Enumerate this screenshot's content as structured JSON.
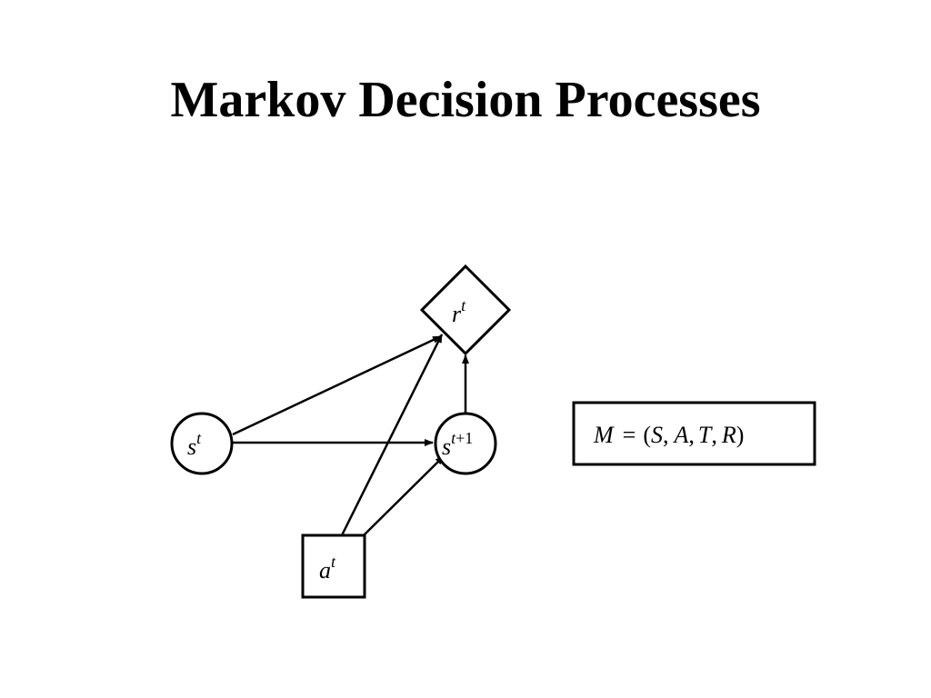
{
  "slide": {
    "title": "Markov Decision Processes"
  },
  "nodes": {
    "reward": {
      "base": "r",
      "sup": "t"
    },
    "state": {
      "base": "s",
      "sup": "t"
    },
    "next_state": {
      "base": "s",
      "sup_var": "t",
      "sup_op": "+",
      "sup_num": "1"
    },
    "action": {
      "base": "a",
      "sup": "t"
    }
  },
  "definition": {
    "lhs": "M",
    "eq": "=",
    "open": "(",
    "s": "S",
    "c1": ",",
    "a": "A",
    "c2": ",",
    "t": "T",
    "c3": ",",
    "r": "R",
    "close": ")"
  },
  "colors": {
    "stroke": "#000000",
    "background": "#ffffff"
  }
}
